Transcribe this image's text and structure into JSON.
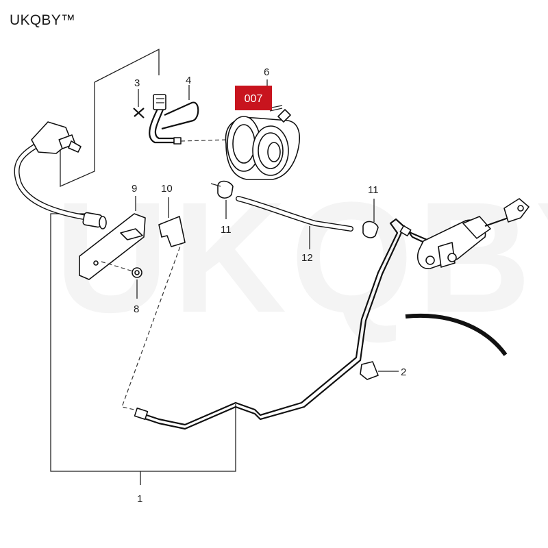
{
  "brand": "UKQBY™",
  "watermark": "UKQBY™",
  "highlight": {
    "label": "007",
    "color": "#c8141e"
  },
  "callouts": {
    "c1": "1",
    "c2": "2",
    "c3": "3",
    "c4": "4",
    "c6": "6",
    "c8": "8",
    "c9": "9",
    "c10": "10",
    "c11a": "11",
    "c11b": "11",
    "c12": "12"
  }
}
